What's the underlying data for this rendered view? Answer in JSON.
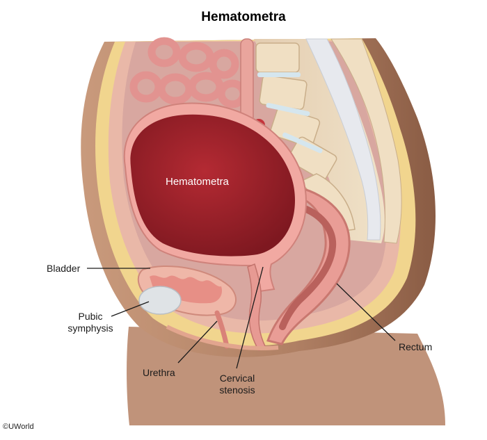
{
  "title": "Hematometra",
  "labels": {
    "hematometra": "Hematometra",
    "bladder": "Bladder",
    "pubic_line1": "Pubic",
    "pubic_line2": "symphysis",
    "urethra": "Urethra",
    "cervical_line1": "Cervical",
    "cervical_line2": "stenosis",
    "rectum": "Rectum"
  },
  "copyright": "©UWorld",
  "colors": {
    "skin": "#b98a6e",
    "skin_dark": "#8a5c42",
    "fat": "#f1d58e",
    "muscle": "#e9a89a",
    "uterus_wall": "#f1a9a2",
    "blood": "#a3212b",
    "spine_bone": "#ecdcc0",
    "disc": "#d9e7ee",
    "bowel": "#e79a98"
  }
}
